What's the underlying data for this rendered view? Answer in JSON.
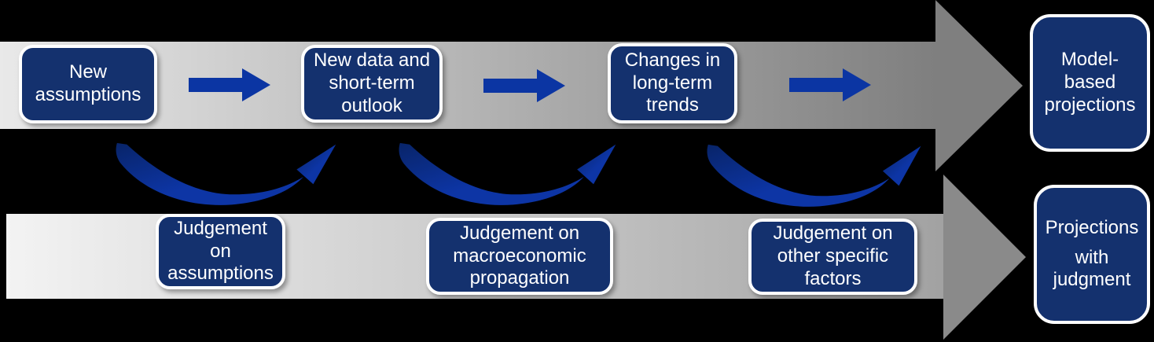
{
  "colors": {
    "background": "#000000",
    "box_fill": "#14316e",
    "box_border": "#ffffff",
    "box_text": "#ffffff",
    "arrow_blue": "#0b35a3",
    "curve_blue": "#0d35a5",
    "curve_blue_dark": "#082468",
    "band_top_start": "#e9e9e9",
    "band_top_end": "#7f7f7f",
    "head_top": "#7f7f7f",
    "band_bottom_start": "#f3f3f3",
    "band_bottom_end": "#a2a2a2",
    "head_bottom": "#8a8a8a"
  },
  "flow_top": {
    "boxes": [
      {
        "label": "New\nassumptions"
      },
      {
        "label": "New data and\nshort-term\noutlook"
      },
      {
        "label": "Changes in\nlong-term\ntrends"
      }
    ],
    "result": {
      "label": "Model-\nbased\nprojections"
    }
  },
  "flow_bottom": {
    "boxes": [
      {
        "label": "Judgement\non\nassumptions"
      },
      {
        "label": "Judgement on\nmacroeconomic\npropagation"
      },
      {
        "label": "Judgement on\nother specific\nfactors"
      }
    ],
    "result": {
      "line1": "Projections",
      "line2": "with\njudgment"
    }
  }
}
